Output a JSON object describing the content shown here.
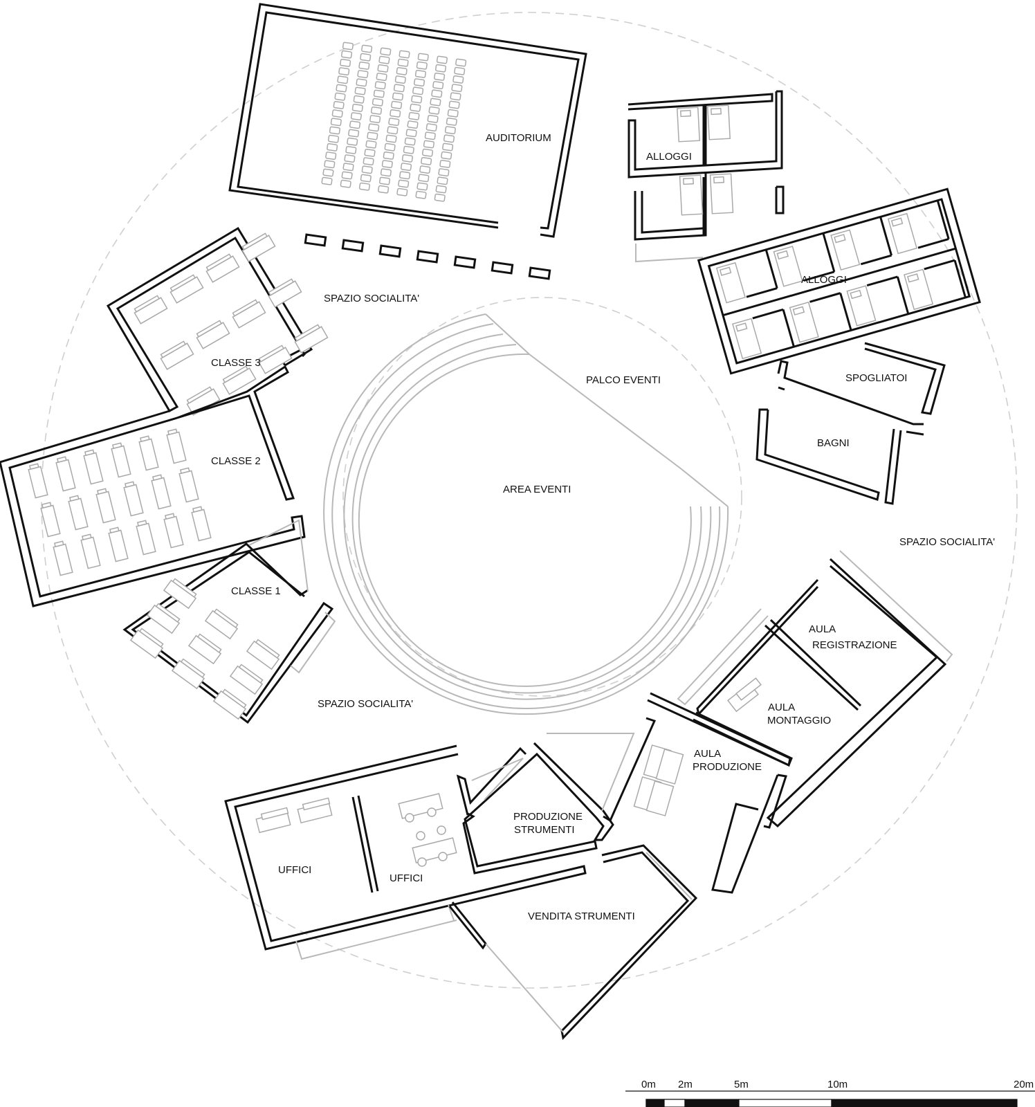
{
  "rooms": {
    "auditorium": "AUDITORIUM",
    "alloggi_top": "ALLOGGI",
    "alloggi_right": "ALLOGGI",
    "spazio_top": "SPAZIO SOCIALITA'",
    "palco": "PALCO EVENTI",
    "area_eventi": "AREA EVENTI",
    "classe3": "CLASSE 3",
    "classe2": "CLASSE 2",
    "classe1": "CLASSE 1",
    "spogliatoi": "SPOGLIATOI",
    "bagni": "BAGNI",
    "spazio_right": "SPAZIO SOCIALITA'",
    "spazio_left": "SPAZIO SOCIALITA'",
    "aula_reg_1": "AULA",
    "aula_reg_2": "REGISTRAZIONE",
    "aula_mont_1": "AULA",
    "aula_mont_2": "MONTAGGIO",
    "aula_prod_1": "AULA",
    "aula_prod_2": "PRODUZIONE",
    "prod_strum_1": "PRODUZIONE",
    "prod_strum_2": "STRUMENTI",
    "uffici_1": "UFFICI",
    "uffici_2": "UFFICI",
    "vendita": "VENDITA STRUMENTI"
  },
  "scale_bar": {
    "labels": [
      "0m",
      "2m",
      "5m",
      "10m",
      "20m"
    ],
    "segment_fills": [
      "#111111",
      "#ffffff",
      "#111111",
      "#ffffff",
      "#111111"
    ]
  }
}
